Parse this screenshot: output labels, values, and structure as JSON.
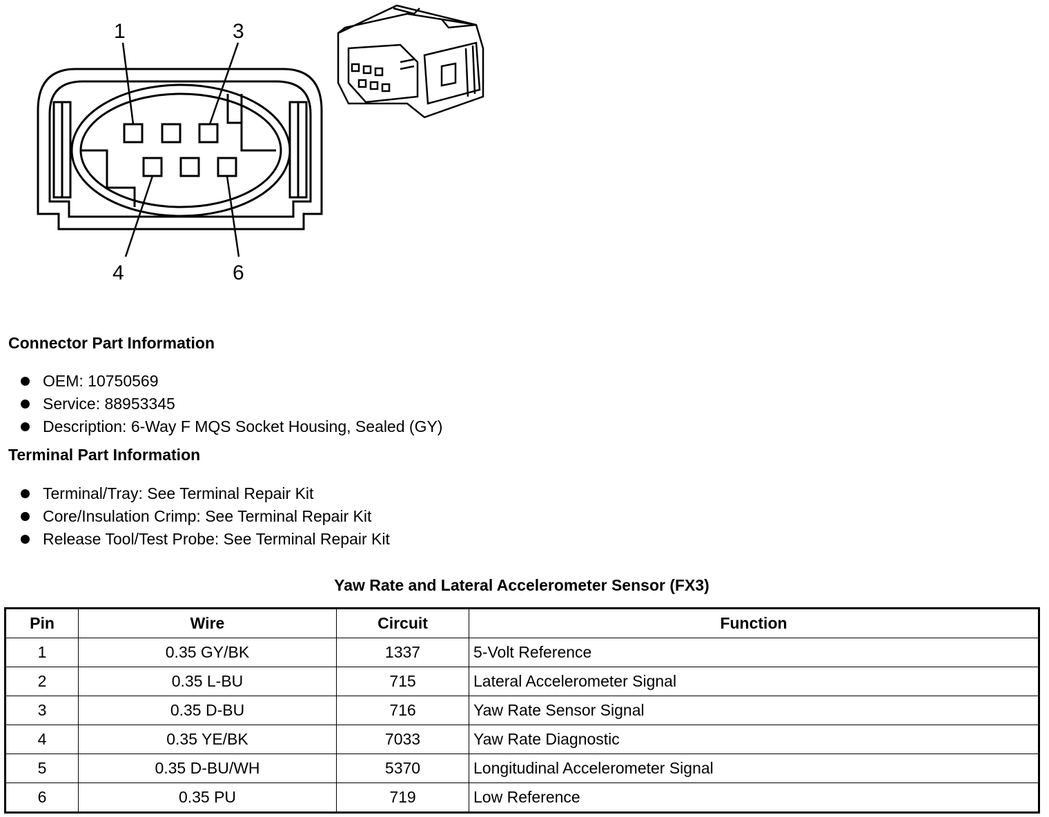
{
  "diagram": {
    "pin_callouts": [
      "1",
      "3",
      "4",
      "6"
    ]
  },
  "connector_part_info": {
    "heading": "Connector Part Information",
    "items": [
      "OEM: 10750569",
      "Service: 88953345",
      "Description: 6-Way F MQS Socket Housing, Sealed (GY)"
    ]
  },
  "terminal_part_info": {
    "heading": "Terminal Part Information",
    "items": [
      "Terminal/Tray: See Terminal Repair Kit",
      "Core/Insulation Crimp: See Terminal Repair Kit",
      "Release Tool/Test Probe: See Terminal Repair Kit"
    ]
  },
  "pin_table": {
    "title": "Yaw Rate and Lateral Accelerometer Sensor (FX3)",
    "headers": [
      "Pin",
      "Wire",
      "Circuit",
      "Function"
    ],
    "rows": [
      [
        "1",
        "0.35 GY/BK",
        "1337",
        "5-Volt Reference"
      ],
      [
        "2",
        "0.35 L-BU",
        "715",
        "Lateral Accelerometer Signal"
      ],
      [
        "3",
        "0.35 D-BU",
        "716",
        "Yaw Rate Sensor Signal"
      ],
      [
        "4",
        "0.35 YE/BK",
        "7033",
        "Yaw Rate Diagnostic"
      ],
      [
        "5",
        "0.35 D-BU/WH",
        "5370",
        "Longitudinal Accelerometer Signal"
      ],
      [
        "6",
        "0.35 PU",
        "719",
        "Low Reference"
      ]
    ]
  }
}
